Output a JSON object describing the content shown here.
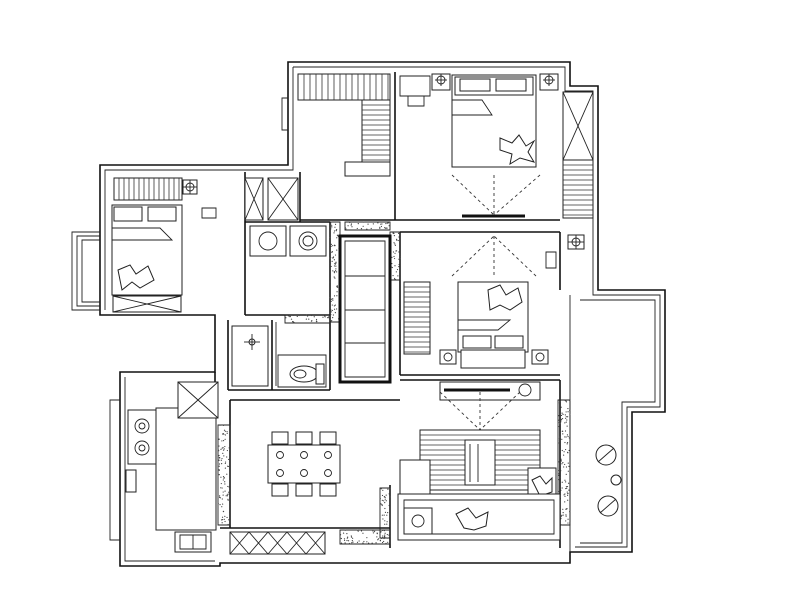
{
  "plan": {
    "type": "apartment-floor-plan",
    "style": "black-and-white line drawing",
    "rooms": [
      {
        "id": "master-bedroom",
        "kind": "bedroom",
        "beds": 1
      },
      {
        "id": "second-bedroom",
        "kind": "bedroom",
        "beds": 1
      },
      {
        "id": "third-bedroom",
        "kind": "bedroom",
        "beds": 1
      },
      {
        "id": "bathroom",
        "kind": "bathroom"
      },
      {
        "id": "laundry",
        "kind": "utility"
      },
      {
        "id": "kitchen",
        "kind": "kitchen"
      },
      {
        "id": "dining",
        "kind": "dining",
        "chairs": 6
      },
      {
        "id": "living",
        "kind": "living"
      },
      {
        "id": "balcony",
        "kind": "balcony",
        "chairs": 2
      }
    ],
    "colors": {
      "line": "#111111",
      "background": "#ffffff"
    }
  }
}
